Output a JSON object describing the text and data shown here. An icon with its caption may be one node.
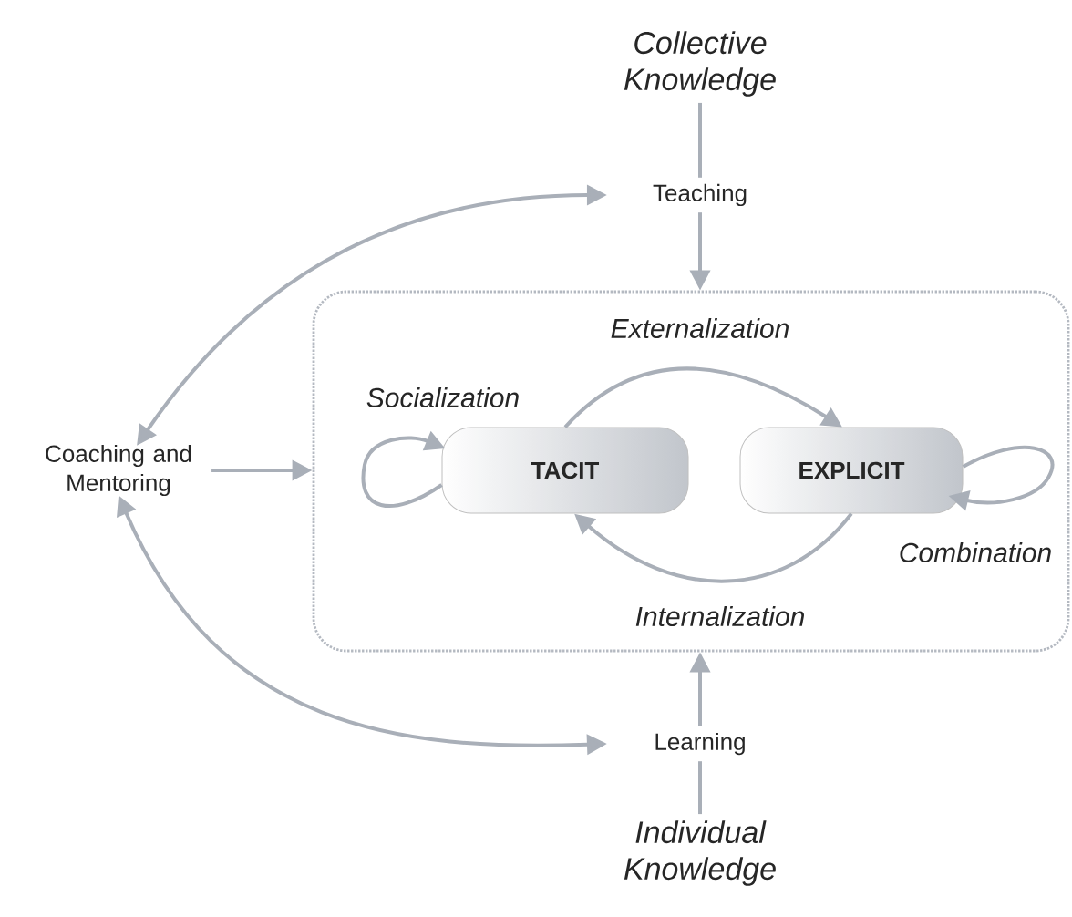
{
  "diagram": {
    "nodes": [
      {
        "text": [
          "Collective Knowledge"
        ]
      },
      {
        "text": [
          "Teaching"
        ]
      },
      {
        "text": [],
        "shape": "box"
      },
      {
        "text": [
          "Coaching and Mentoring"
        ]
      },
      {
        "text": [
          "TACIT"
        ],
        "in": 2
      },
      {
        "text": [
          "EXPLICIT"
        ],
        "in": 2
      },
      {
        "text": [
          "Learning"
        ]
      },
      {
        "text": [
          "Individual Knowledge"
        ]
      }
    ],
    "edges": [
      {
        "from": 0,
        "to": 1,
        "arrow": "none"
      },
      {
        "from": 1,
        "to": 2,
        "arrow": "to"
      },
      {
        "from": 3,
        "to": 1,
        "arrow": "both"
      },
      {
        "from": 3,
        "to": 2,
        "arrow": "to"
      },
      {
        "from": 4,
        "to": 4,
        "arrow": "to",
        "label": "Socialization"
      },
      {
        "from": 4,
        "to": 5,
        "arrow": "to",
        "label": "Externalization"
      },
      {
        "from": 5,
        "to": 5,
        "arrow": "to",
        "label": "Combination"
      },
      {
        "from": 5,
        "to": 4,
        "arrow": "to",
        "label": "Internalization"
      },
      {
        "from": 3,
        "to": 6,
        "arrow": "both"
      },
      {
        "from": 6,
        "to": 2,
        "arrow": "to"
      },
      {
        "from": 7,
        "to": 6,
        "arrow": "none"
      }
    ]
  }
}
